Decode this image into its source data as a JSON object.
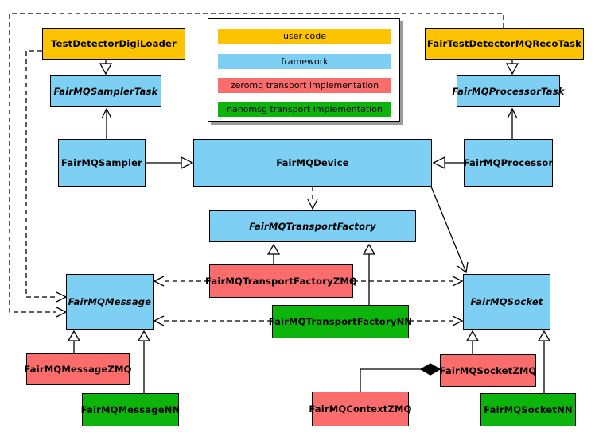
{
  "colors": {
    "user_code": "#fcc400",
    "framework": "#7dd0f3",
    "zeromq": "#fb6d6d",
    "nanomsg": "#0cb40c"
  },
  "legend": {
    "items": [
      {
        "label": "user code",
        "color_key": "user_code",
        "color": "#fcc400"
      },
      {
        "label": "framework",
        "color_key": "framework",
        "color": "#7dd0f3"
      },
      {
        "label": "zeromq transport implementation",
        "color_key": "zeromq",
        "color": "#fb6d6d"
      },
      {
        "label": "nanomsg transport implementation",
        "color_key": "nanomsg",
        "color": "#0cb40c"
      }
    ]
  },
  "nodes": {
    "digiloader": {
      "label": "TestDetectorDigiLoader",
      "category": "user_code"
    },
    "samplertask": {
      "label": "FairMQSamplerTask",
      "category": "framework",
      "abstract": true
    },
    "sampler": {
      "label": "FairMQSampler",
      "category": "framework"
    },
    "recotask": {
      "label": "FairTestDetectorMQRecoTask",
      "category": "user_code"
    },
    "processortask": {
      "label": "FairMQProcessorTask",
      "category": "framework",
      "abstract": true
    },
    "processor": {
      "label": "FairMQProcessor",
      "category": "framework"
    },
    "device": {
      "label": "FairMQDevice",
      "category": "framework"
    },
    "factory": {
      "label": "FairMQTransportFactory",
      "category": "framework",
      "abstract": true
    },
    "factoryzmq": {
      "label": "FairMQTransportFactoryZMQ",
      "category": "zeromq"
    },
    "factorynn": {
      "label": "FairMQTransportFactoryNN",
      "category": "nanomsg"
    },
    "message": {
      "label": "FairMQMessage",
      "category": "framework",
      "abstract": true
    },
    "socket": {
      "label": "FairMQSocket",
      "category": "framework",
      "abstract": true
    },
    "messagezmq": {
      "label": "FairMQMessageZMQ",
      "category": "zeromq"
    },
    "messagenn": {
      "label": "FairMQMessageNN",
      "category": "nanomsg"
    },
    "socketzmq": {
      "label": "FairMQSocketZMQ",
      "category": "zeromq"
    },
    "socketnn": {
      "label": "FairMQSocketNN",
      "category": "nanomsg"
    },
    "contextzmq": {
      "label": "FairMQContextZMQ",
      "category": "zeromq"
    }
  },
  "edges": [
    {
      "from": "digiloader",
      "to": "samplertask",
      "type": "inheritance"
    },
    {
      "from": "recotask",
      "to": "processortask",
      "type": "inheritance"
    },
    {
      "from": "sampler",
      "to": "device",
      "type": "inheritance"
    },
    {
      "from": "processor",
      "to": "device",
      "type": "inheritance"
    },
    {
      "from": "factoryzmq",
      "to": "factory",
      "type": "inheritance"
    },
    {
      "from": "factorynn",
      "to": "factory",
      "type": "inheritance"
    },
    {
      "from": "messagezmq",
      "to": "message",
      "type": "inheritance"
    },
    {
      "from": "messagenn",
      "to": "message",
      "type": "inheritance"
    },
    {
      "from": "socketzmq",
      "to": "socket",
      "type": "inheritance"
    },
    {
      "from": "socketnn",
      "to": "socket",
      "type": "inheritance"
    },
    {
      "from": "sampler",
      "to": "samplertask",
      "type": "association"
    },
    {
      "from": "processor",
      "to": "processortask",
      "type": "association"
    },
    {
      "from": "device",
      "to": "socket",
      "type": "association"
    },
    {
      "from": "contextzmq",
      "to": "socketzmq",
      "type": "composition"
    },
    {
      "from": "device",
      "to": "factory",
      "type": "dependency"
    },
    {
      "from": "recotask",
      "to": "message",
      "type": "dependency"
    },
    {
      "from": "digiloader",
      "to": "message",
      "type": "dependency"
    },
    {
      "from": "factoryzmq",
      "to": "message",
      "type": "dependency"
    },
    {
      "from": "factoryzmq",
      "to": "socket",
      "type": "dependency"
    },
    {
      "from": "factorynn",
      "to": "message",
      "type": "dependency"
    },
    {
      "from": "factorynn",
      "to": "socket",
      "type": "dependency"
    }
  ]
}
